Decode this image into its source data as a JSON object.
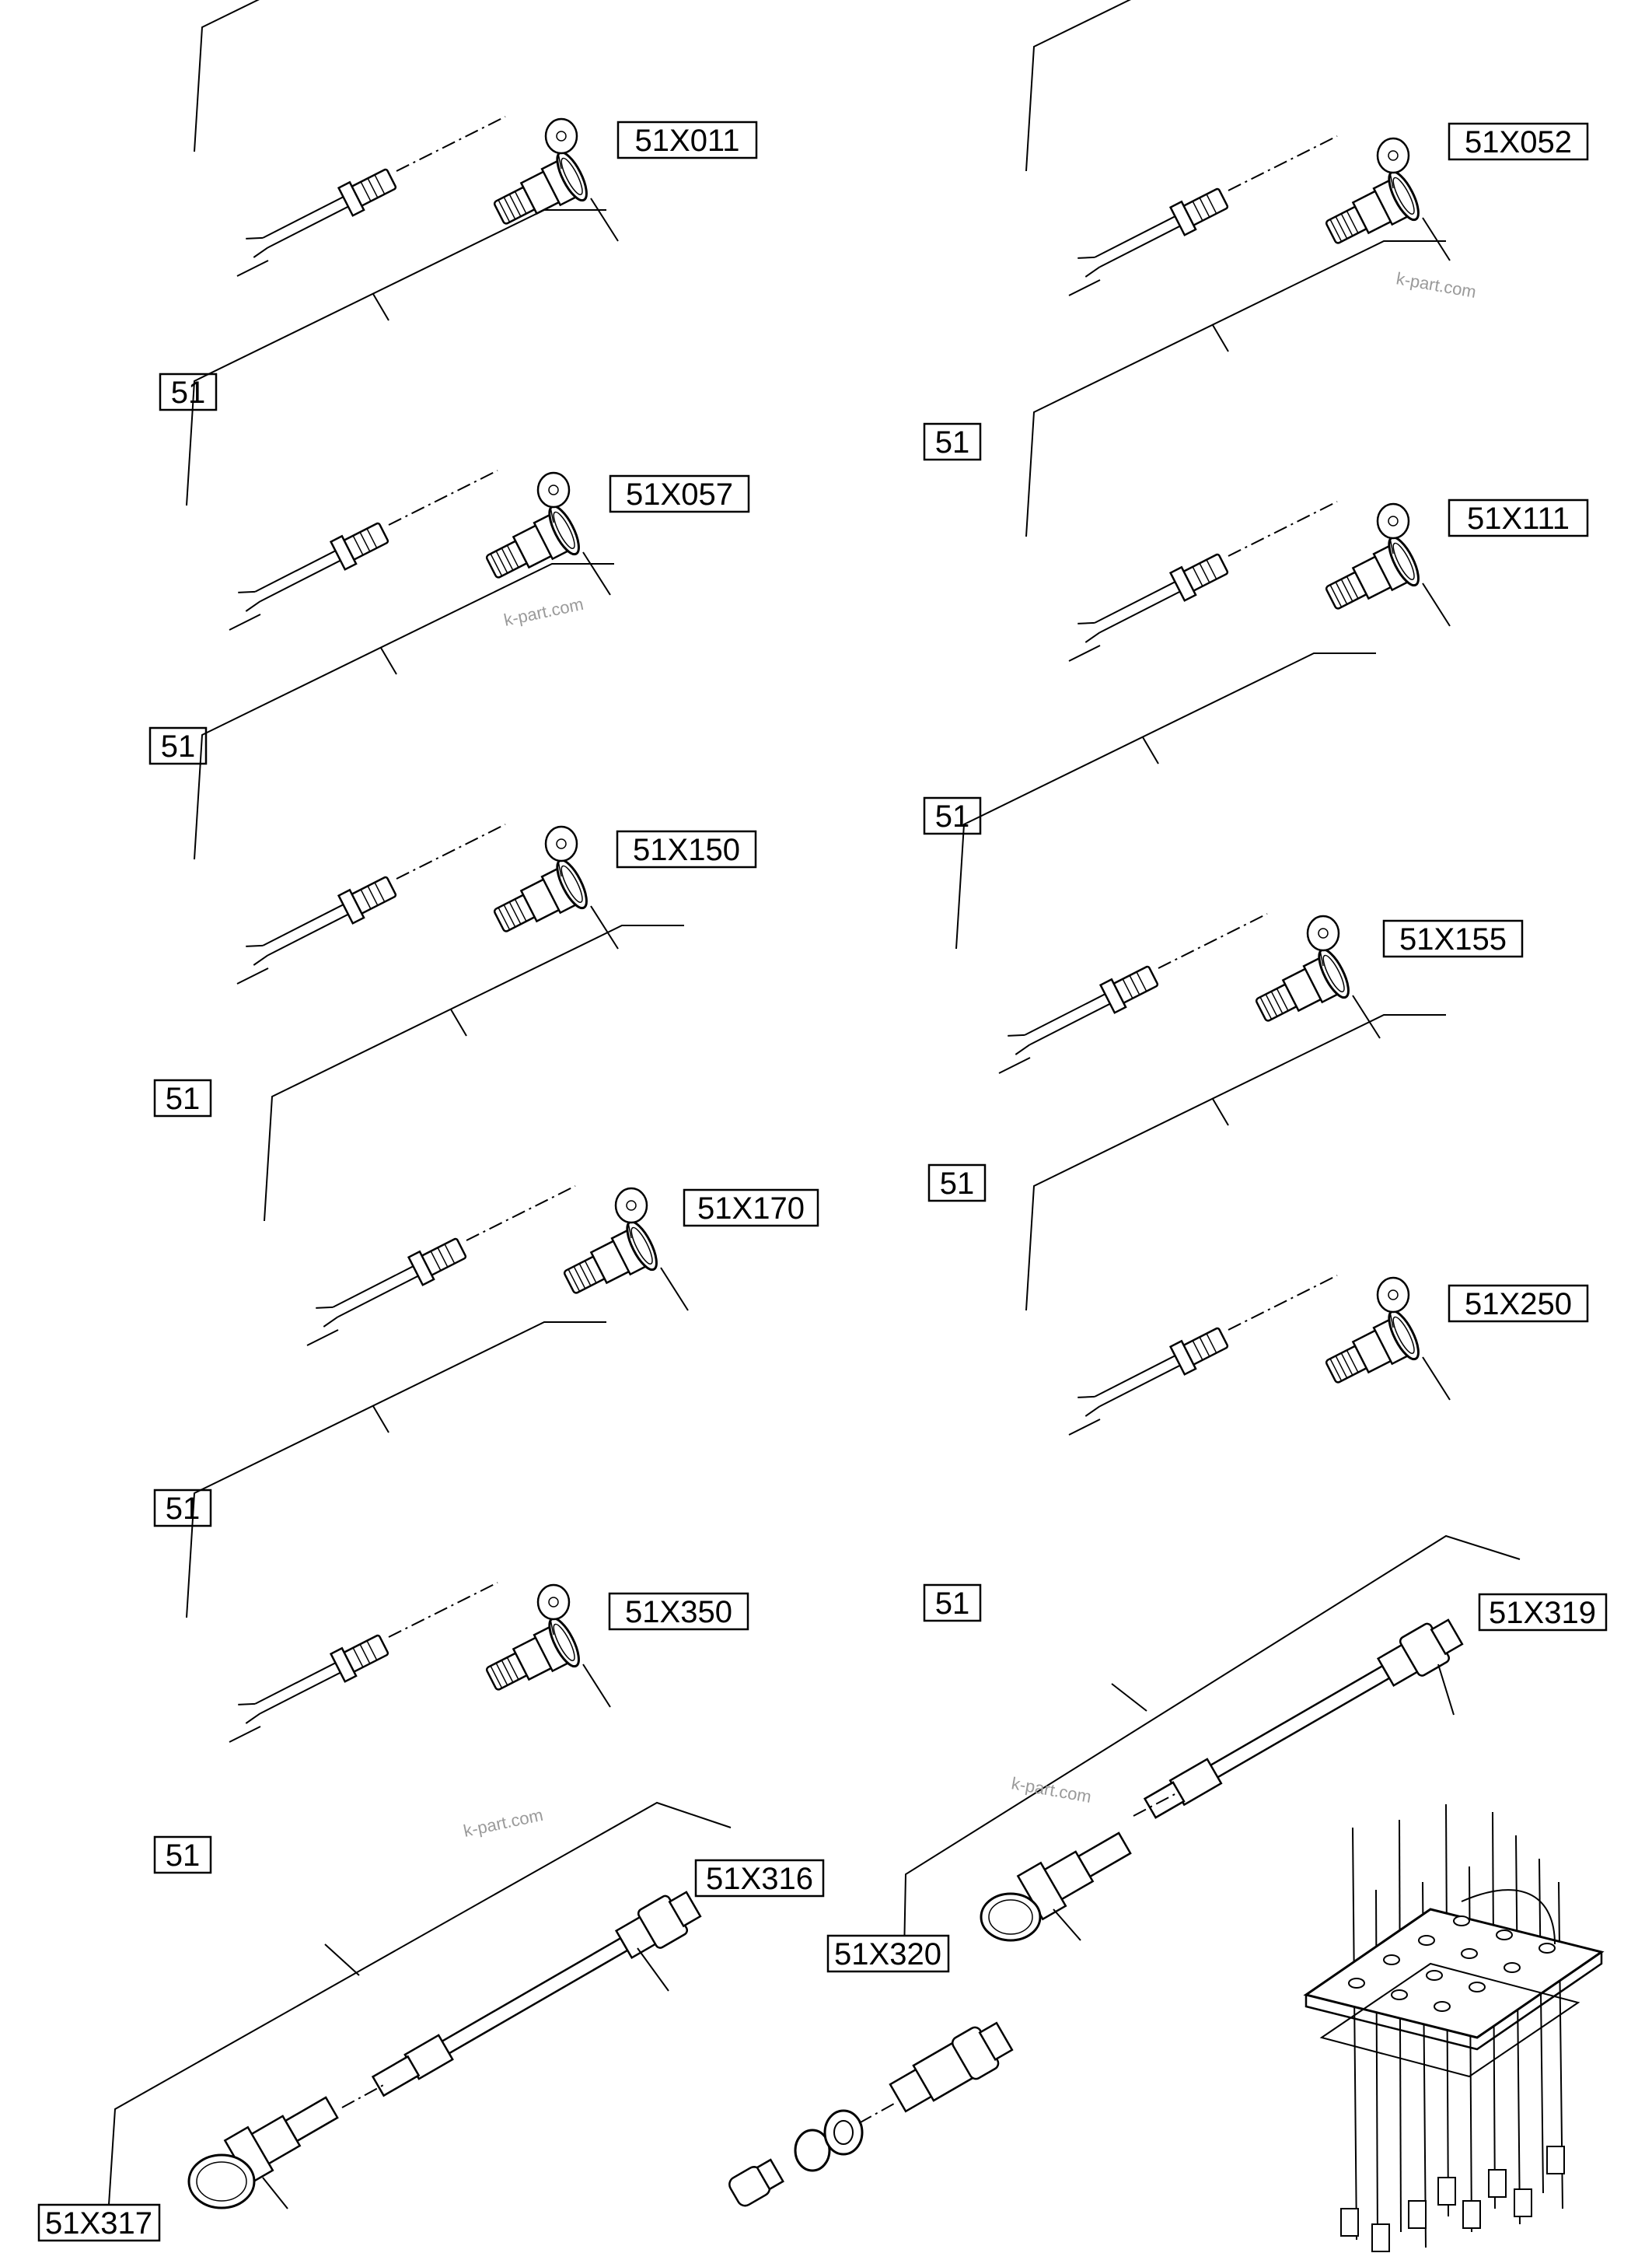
{
  "callouts": {
    "c_51X011": "51X011",
    "c_51X052": "51X052",
    "c_51X057": "51X057",
    "c_51X111": "51X111",
    "c_51X150": "51X150",
    "c_51X155": "51X155",
    "c_51X170": "51X170",
    "c_51X250": "51X250",
    "c_51X350": "51X350",
    "c_51X319": "51X319",
    "c_51X316": "51X316",
    "c_51X320": "51X320",
    "c_51X317": "51X317",
    "part_51": "51"
  },
  "watermark": "k-part.com"
}
